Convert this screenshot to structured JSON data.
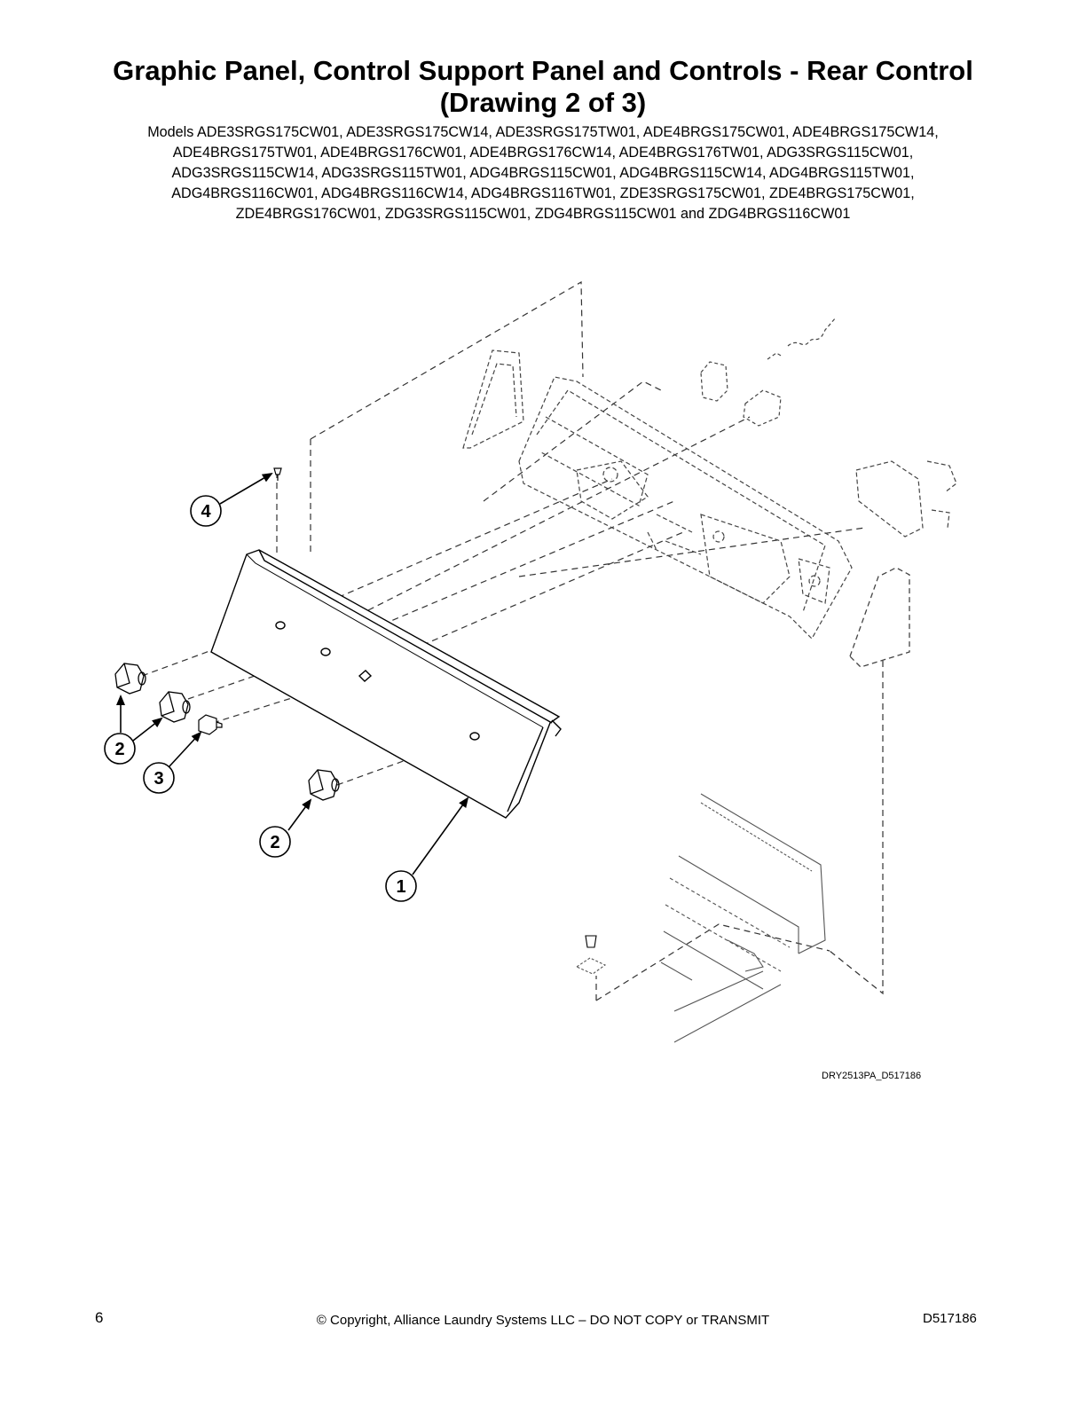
{
  "header": {
    "title_line1": "Graphic Panel, Control Support Panel and Controls - Rear Control",
    "title_line2": "(Drawing 2 of 3)",
    "models_line1": "Models ADE3SRGS175CW01, ADE3SRGS175CW14, ADE3SRGS175TW01, ADE4BRGS175CW01, ADE4BRGS175CW14,",
    "models_line2": "ADE4BRGS175TW01, ADE4BRGS176CW01, ADE4BRGS176CW14, ADE4BRGS176TW01, ADG3SRGS115CW01,",
    "models_line3": "ADG3SRGS115CW14, ADG3SRGS115TW01, ADG4BRGS115CW01, ADG4BRGS115CW14, ADG4BRGS115TW01,",
    "models_line4": "ADG4BRGS116CW01, ADG4BRGS116CW14, ADG4BRGS116TW01, ZDE3SRGS175CW01, ZDE4BRGS175CW01,",
    "models_line5": "ZDE4BRGS176CW01, ZDG3SRGS115CW01, ZDG4BRGS115CW01 and ZDG4BRGS116CW01"
  },
  "callouts": {
    "graphic_panel": "1",
    "knob_upper": "2",
    "knob_lower": "2",
    "switch": "3",
    "screw": "4"
  },
  "drawing_id": "DRY2513PA_D517186",
  "footer": {
    "page_number": "6",
    "copyright": "© Copyright, Alliance Laundry Systems LLC – DO NOT COPY or TRANSMIT",
    "doc_number": "D517186"
  }
}
